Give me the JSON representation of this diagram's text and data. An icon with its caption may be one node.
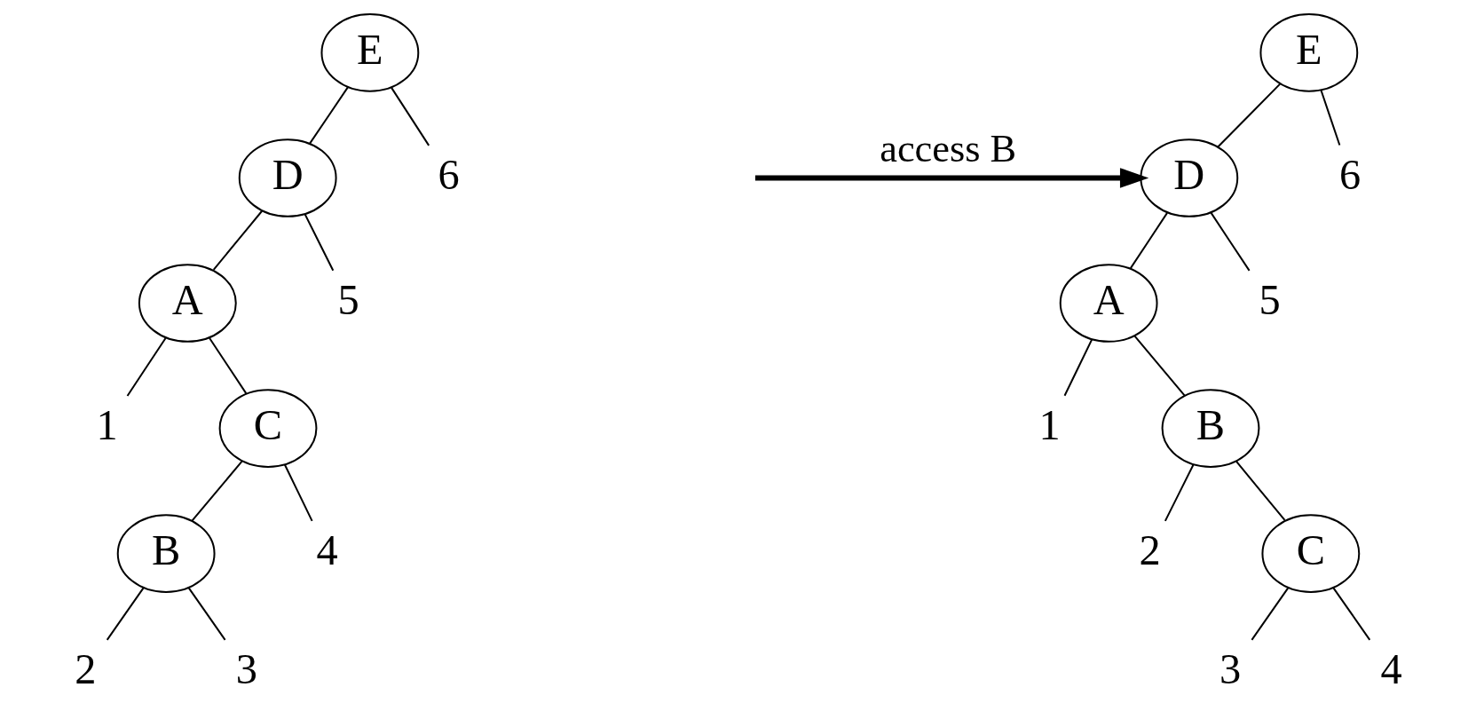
{
  "diagram": {
    "nodes": [
      {
        "text": [
          "E"
        ]
      },
      {
        "text": [
          "D"
        ]
      },
      {
        "text": [
          "6"
        ]
      },
      {
        "text": [
          "A"
        ]
      },
      {
        "text": [
          "5"
        ]
      },
      {
        "text": [
          "1"
        ]
      },
      {
        "text": [
          "C"
        ]
      },
      {
        "text": [
          "B"
        ]
      },
      {
        "text": [
          "4"
        ]
      },
      {
        "text": [
          "2"
        ]
      },
      {
        "text": [
          "3"
        ]
      },
      {
        "text": [
          "E"
        ]
      },
      {
        "text": [
          "D"
        ]
      },
      {
        "text": [
          "6"
        ]
      },
      {
        "text": [
          "A"
        ]
      },
      {
        "text": [
          "5"
        ]
      },
      {
        "text": [
          "1"
        ]
      },
      {
        "text": [
          "B"
        ]
      },
      {
        "text": [
          "2"
        ]
      },
      {
        "text": [
          "C"
        ]
      },
      {
        "text": [
          "3"
        ]
      },
      {
        "text": [
          "4"
        ]
      }
    ],
    "edges": [
      {
        "from": 0,
        "to": 1,
        "arrow": "none"
      },
      {
        "from": 0,
        "to": 2,
        "arrow": "none"
      },
      {
        "from": 1,
        "to": 3,
        "arrow": "none"
      },
      {
        "from": 1,
        "to": 4,
        "arrow": "none"
      },
      {
        "from": 3,
        "to": 5,
        "arrow": "none"
      },
      {
        "from": 3,
        "to": 6,
        "arrow": "none"
      },
      {
        "from": 6,
        "to": 7,
        "arrow": "none"
      },
      {
        "from": 6,
        "to": 8,
        "arrow": "none"
      },
      {
        "from": 7,
        "to": 9,
        "arrow": "none"
      },
      {
        "from": 7,
        "to": 10,
        "arrow": "none"
      },
      {
        "from": null,
        "to": 12,
        "arrow": "to",
        "label": "access B",
        "style": "thick"
      },
      {
        "from": 11,
        "to": 12,
        "arrow": "none"
      },
      {
        "from": 11,
        "to": 13,
        "arrow": "none"
      },
      {
        "from": 12,
        "to": 14,
        "arrow": "none"
      },
      {
        "from": 12,
        "to": 15,
        "arrow": "none"
      },
      {
        "from": 14,
        "to": 16,
        "arrow": "none"
      },
      {
        "from": 14,
        "to": 17,
        "arrow": "none"
      },
      {
        "from": 17,
        "to": 18,
        "arrow": "none"
      },
      {
        "from": 17,
        "to": 19,
        "arrow": "none"
      },
      {
        "from": 19,
        "to": 20,
        "arrow": "none"
      },
      {
        "from": 19,
        "to": 21,
        "arrow": "none"
      }
    ]
  }
}
